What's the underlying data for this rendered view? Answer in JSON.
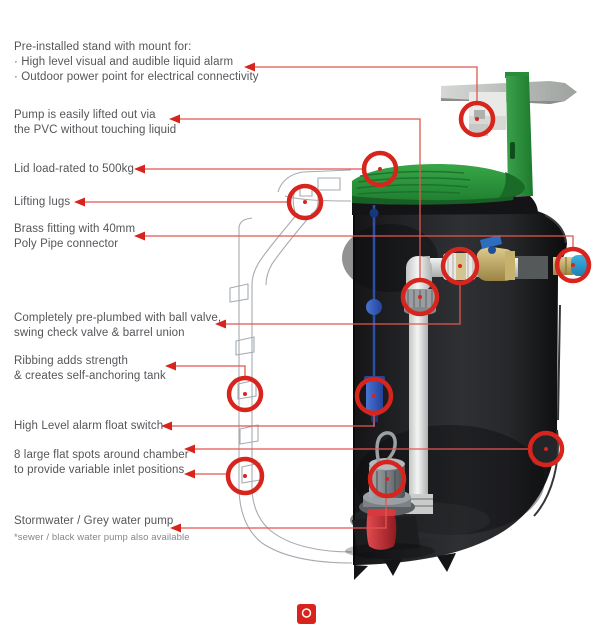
{
  "figure_title": "Pump station tank cutaway diagram",
  "palette": {
    "callout_red": "#d7251d",
    "leader_red": "#e2574f",
    "lid_green": "#2f9e3f",
    "stand_green": "#2d9b3c",
    "tank_black": "#1d1e20",
    "pipe_white": "#eef0ef",
    "brass": "#c3a75d",
    "float_blue": "#2d57ba",
    "cap_blue": "#2a9fd0",
    "pump_red": "#c8252c",
    "text_grey": "#55565a"
  },
  "labels": [
    {
      "id": "stand",
      "lines": [
        "Pre-installed stand with mount for:",
        "· High level visual and audible liquid alarm",
        "· Outdoor power point for electrical connectivity"
      ]
    },
    {
      "id": "pump-lift",
      "lines": [
        "Pump is easily lifted out via",
        "the PVC without touching liquid"
      ]
    },
    {
      "id": "lid",
      "lines": [
        "Lid load-rated to 500kg"
      ]
    },
    {
      "id": "lifting-lugs",
      "lines": [
        "Lifting lugs"
      ]
    },
    {
      "id": "brass-fitting",
      "lines": [
        "Brass fitting with 40mm",
        "Poly Pipe connector"
      ]
    },
    {
      "id": "pre-plumbed",
      "lines": [
        "Completely pre-plumbed with ball valve,",
        "swing check valve & barrel union"
      ]
    },
    {
      "id": "ribbing",
      "lines": [
        "Ribbing adds strength",
        "& creates self-anchoring tank"
      ]
    },
    {
      "id": "float-switch",
      "lines": [
        "High Level alarm float switch"
      ]
    },
    {
      "id": "flat-spots",
      "lines": [
        "8 large flat spots around chamber",
        "to provide variable inlet positions"
      ]
    },
    {
      "id": "pump",
      "lines": [
        "Stormwater / Grey water pump"
      ],
      "note": "*sewer / black water pump also available"
    }
  ],
  "callouts": [
    "stand-power-point",
    "pvc-lift-pipe",
    "lid",
    "lifting-lug",
    "brass-poly-pipe-fitting",
    "barrel-union-ball-valve",
    "ribbing",
    "high-level-float-switch",
    "flat-spot-right",
    "flat-spot-left",
    "stormwater-pump"
  ]
}
